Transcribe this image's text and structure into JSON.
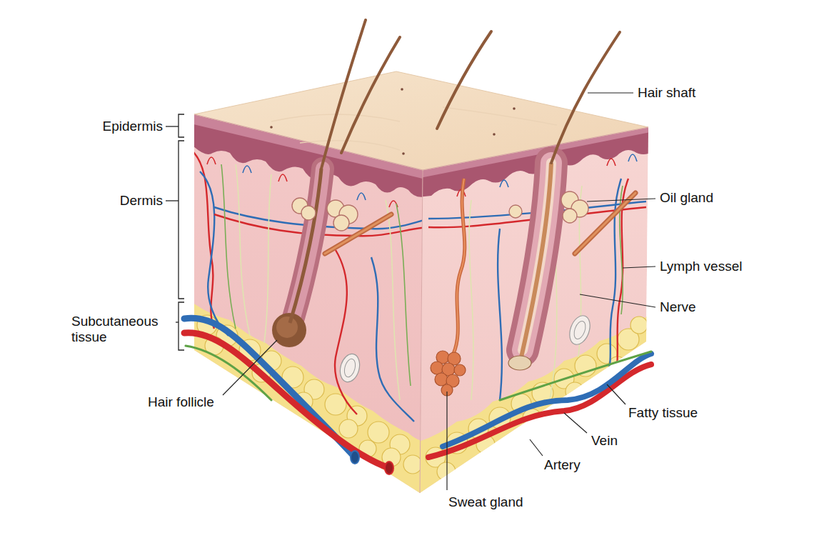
{
  "diagram": {
    "labels": [
      "Epidermis",
      "Dermis",
      "Subcutaneous tissue",
      "Hair follicle",
      "Hair shaft",
      "Oil gland",
      "Lymph vessel",
      "Nerve",
      "Fatty tissue",
      "Vein",
      "Artery",
      "Sweat gland"
    ]
  }
}
